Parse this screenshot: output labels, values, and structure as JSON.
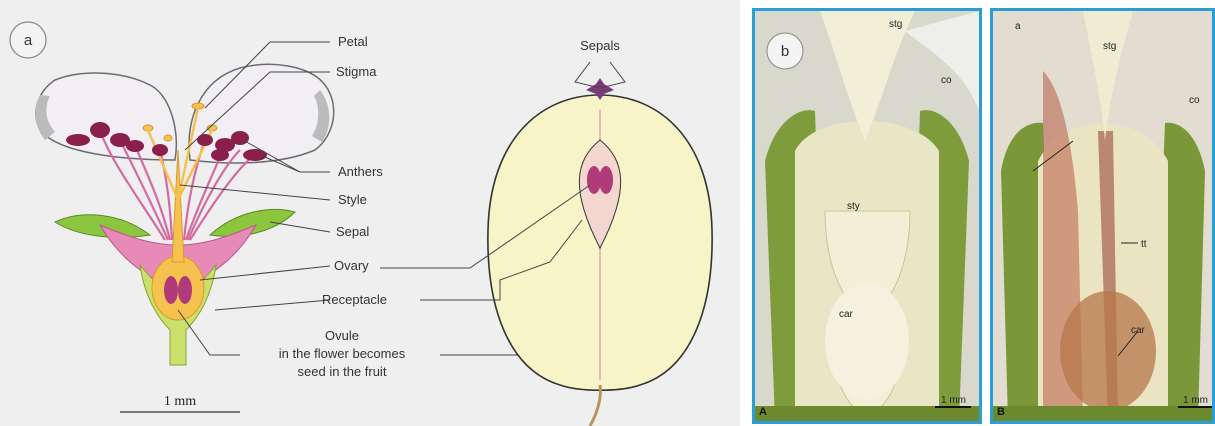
{
  "panel_a": {
    "badge": "a",
    "labels": {
      "petal": "Petal",
      "stigma": "Stigma",
      "anthers": "Anthers",
      "style": "Style",
      "sepal": "Sepal",
      "ovary": "Ovary",
      "receptacle": "Receptacle",
      "ovule_1": "Ovule",
      "ovule_2": "in the flower becomes",
      "ovule_3": "seed in the fruit",
      "sepals": "Sepals",
      "scale": "1 mm"
    }
  },
  "panel_b": {
    "badge": "b",
    "left": {
      "corner": "A",
      "stg": "stg",
      "co": "co",
      "sty": "sty",
      "car": "car",
      "scale": "1 mm"
    },
    "right": {
      "corner": "B",
      "a": "a",
      "stg": "stg",
      "co": "co",
      "tt": "tt",
      "car": "car",
      "scale": "1 mm"
    }
  },
  "colors": {
    "frame": "#2a9fd6",
    "petal": "#f1eef4",
    "anther": "#8a1f4a",
    "style": "#f6c24f",
    "sepal": "#8cc63f",
    "fruit": "#f7f4c8"
  }
}
